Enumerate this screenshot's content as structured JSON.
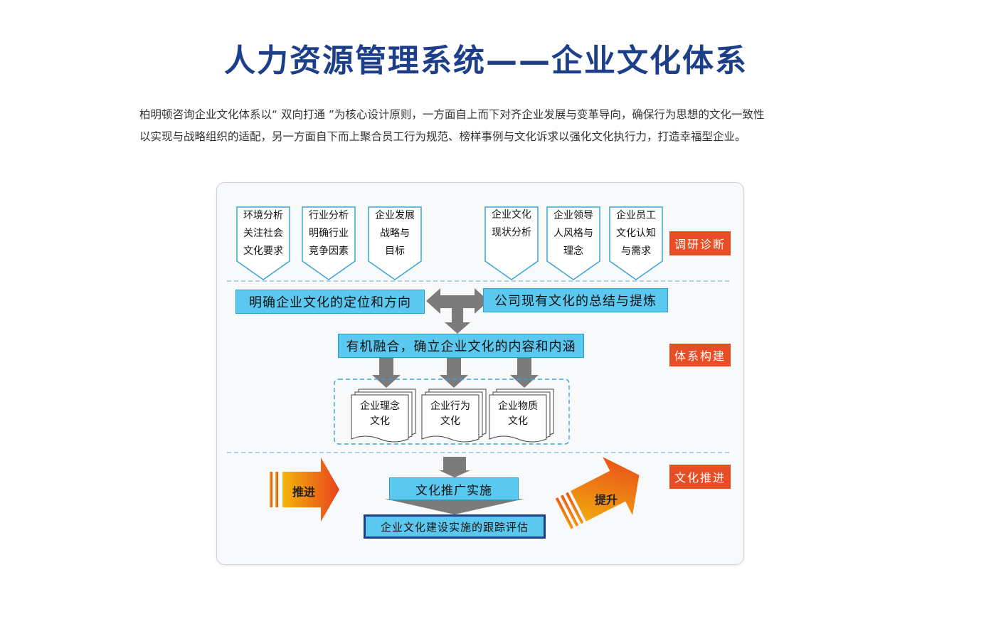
{
  "title": "人力资源管理系统——企业文化体系",
  "intro": {
    "line1": "柏明顿咨询企业文化体系以“ 双向打通 ”为核心设计原则，一方面自上而下对齐企业发展与变革导向，确保行为思想的文化一致性",
    "line2": "以实现与战略组织的适配，另一方面自下而上聚合员工行为规范、榜样事例与文化诉求以强化文化执行力，打造幸福型企业。"
  },
  "research_items": [
    {
      "lines": [
        "环境分析",
        "关注社会",
        "文化要求"
      ]
    },
    {
      "lines": [
        "行业分析",
        "明确行业",
        "竞争因素"
      ]
    },
    {
      "lines": [
        "企业发展",
        "战略与",
        "目标"
      ]
    },
    {
      "lines": [
        "企业文化",
        "现状分析"
      ]
    },
    {
      "lines": [
        "企业领导",
        "人风格与",
        "理念"
      ]
    },
    {
      "lines": [
        "企业员工",
        "文化认知",
        "与需求"
      ]
    }
  ],
  "stages": {
    "diagnosis": "调研诊断",
    "build": "体系构建",
    "promote": "文化推进"
  },
  "build": {
    "left": "明确企业文化的定位和方向",
    "right": "公司现有文化的总结与提炼",
    "merge": "有机融合，确立企业文化的内容和内涵"
  },
  "documents": [
    {
      "lines": [
        "企业理念",
        "文化"
      ]
    },
    {
      "lines": [
        "企业行为",
        "文化"
      ]
    },
    {
      "lines": [
        "企业物质",
        "文化"
      ]
    }
  ],
  "promote": {
    "implement": "文化推广实施",
    "track": "企业文化建设实施的跟踪评估",
    "left_arrow": "推进",
    "right_arrow": "提升"
  },
  "colors": {
    "title": "#1d3f8a",
    "bar_fill": "#5bc8ef",
    "stage": "#e84d24",
    "gray_arrow": "#7b7b7b",
    "orange_arrow_start": "#f3b60a",
    "orange_arrow_end": "#e8421d"
  }
}
